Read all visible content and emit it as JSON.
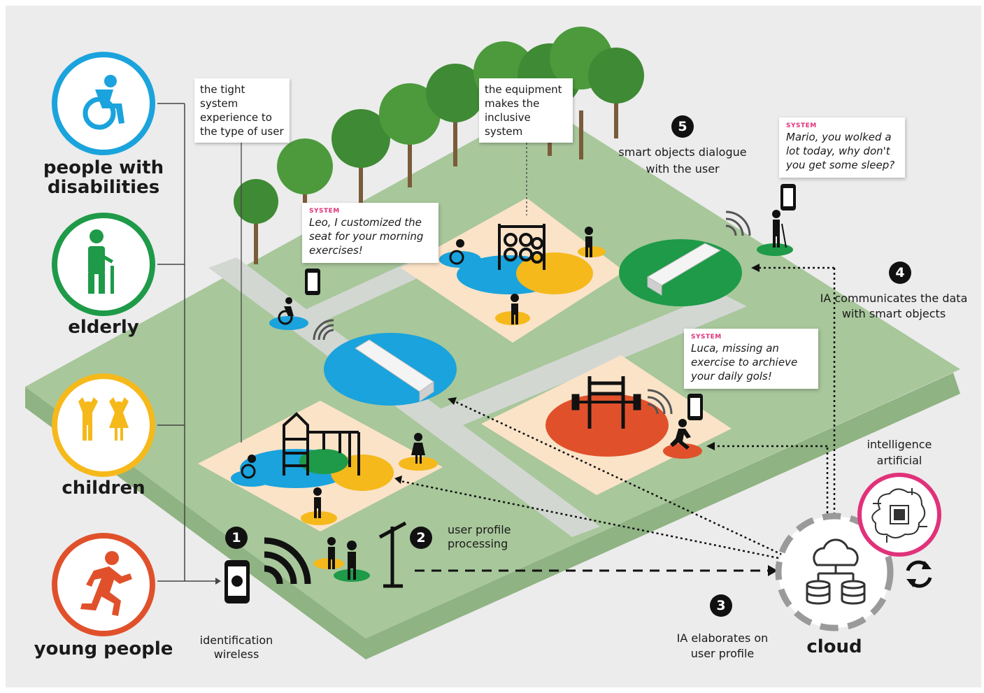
{
  "categories": [
    {
      "label": "people with disabilities",
      "color": "#1aa3dc",
      "icon": "wheelchair-icon"
    },
    {
      "label": "elderly",
      "color": "#1e9a48",
      "icon": "elderly-person-icon"
    },
    {
      "label": "children",
      "color": "#f5b91b",
      "icon": "children-icon"
    },
    {
      "label": "young people",
      "color": "#e0512b",
      "icon": "running-person-icon"
    }
  ],
  "callouts": {
    "tight_system": "the tight system experience to the type of user",
    "equipment": "the equipment makes the inclusive system"
  },
  "bubbles": [
    {
      "system": "SYSTEM",
      "text": "Leo, I customized the seat for your morning exercises!"
    },
    {
      "system": "SYSTEM",
      "text": "Mario, you wolked a lot today, why don't you get some sleep?"
    },
    {
      "system": "SYSTEM",
      "text": "Luca, missing an exercise to archieve your daily gols!"
    }
  ],
  "steps": [
    {
      "number": "1",
      "label": "identification wireless"
    },
    {
      "number": "2",
      "label": "user profile processing"
    },
    {
      "number": "3",
      "label": "IA elaborates on user profile"
    },
    {
      "number": "4",
      "label": "IA communicates the data with smart objects"
    },
    {
      "number": "5",
      "label": "smart objects dialogue with the user"
    }
  ],
  "ai": {
    "label": "intelligence artificial",
    "color": "#e0327a",
    "icon": "ai-chip-brain-icon"
  },
  "cloud": {
    "label": "cloud",
    "icon": "cloud-database-icon"
  },
  "colors": {
    "park": "#a8c79b",
    "park_side": "#8fb382",
    "path": "#d3d7d2",
    "zone": "#fbe3c8",
    "blue": "#1aa3dc",
    "green": "#1e9a48",
    "yellow": "#f5b91b",
    "red": "#e0512b",
    "pink": "#e0327a"
  }
}
